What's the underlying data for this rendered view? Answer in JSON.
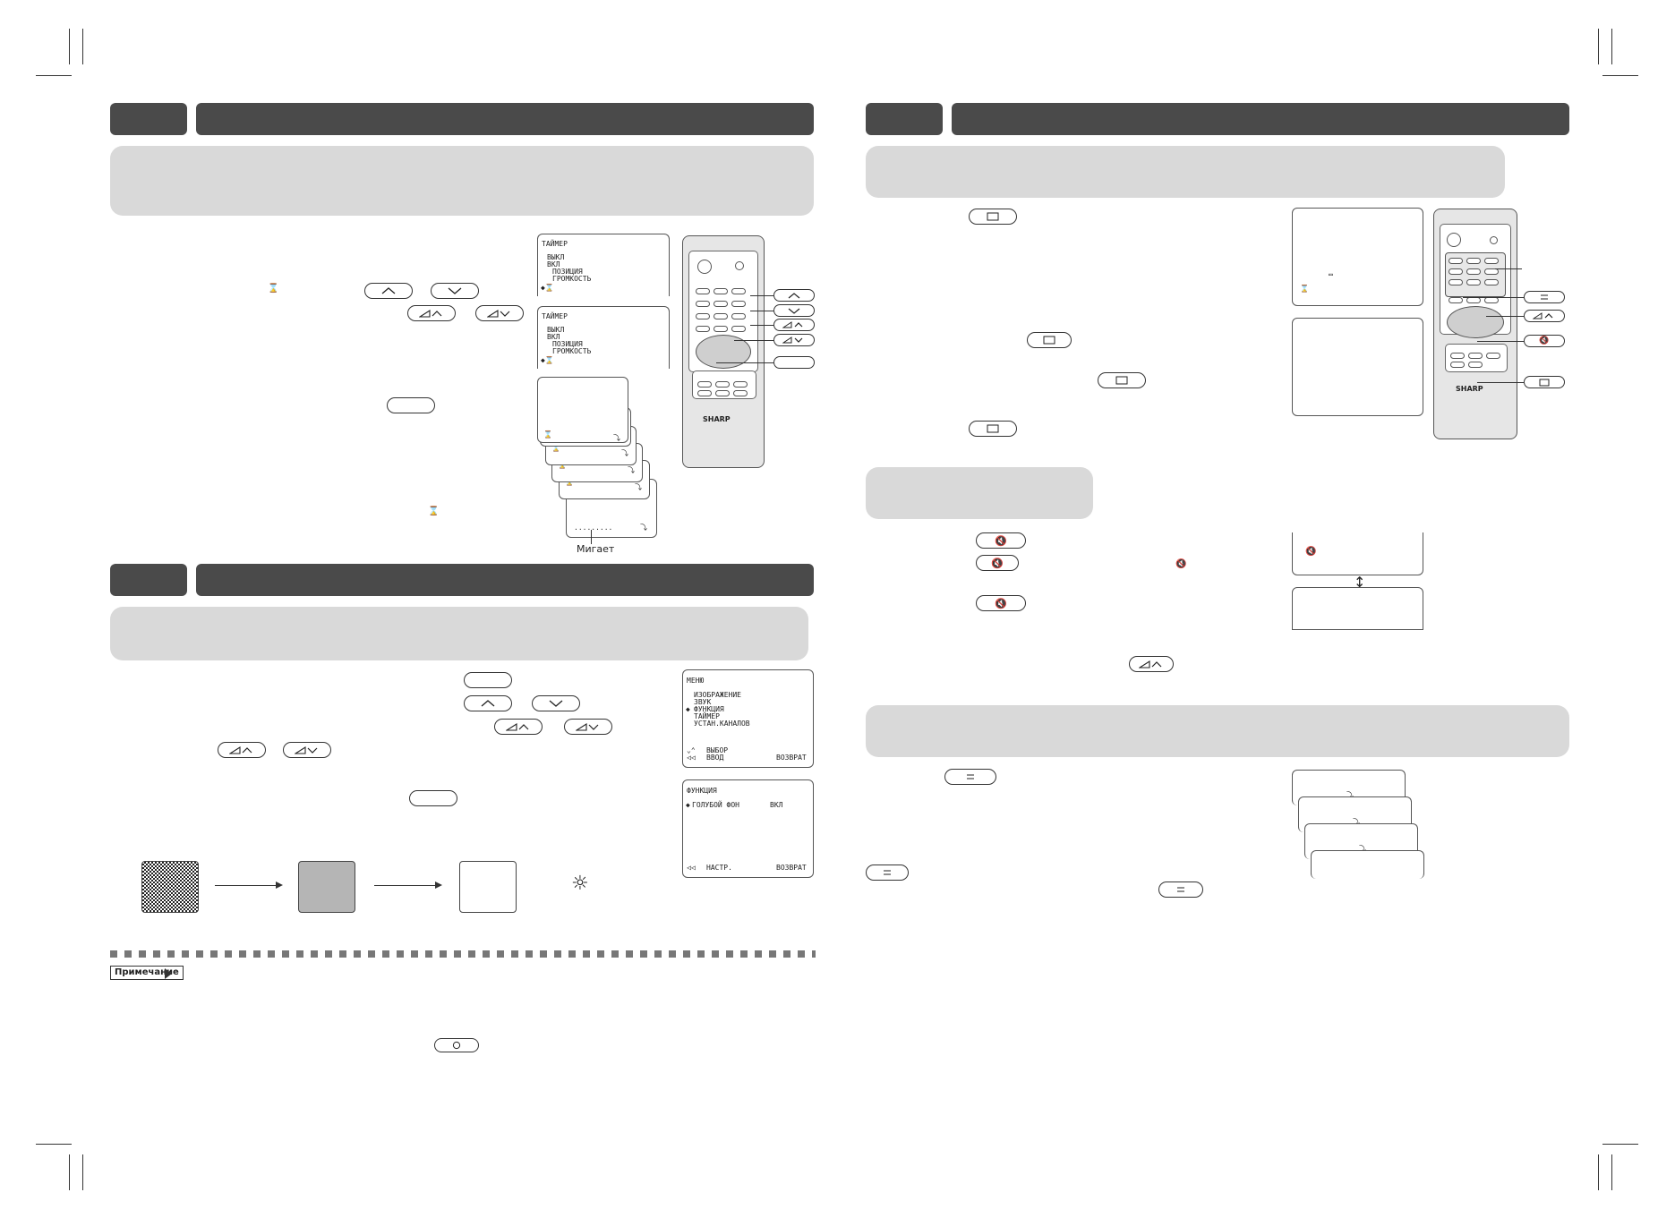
{
  "timer_osd_1": {
    "title": "ТАЙМЕР",
    "line1": "ВЫКЛ",
    "line2": "ВКЛ",
    "line3": "ПОЗИЦИЯ",
    "line4": "ГРОМКОСТЬ"
  },
  "timer_osd_2": {
    "title": "ТАЙМЕР",
    "line1": "ВЫКЛ",
    "line2": "ВКЛ",
    "line3": "ПОЗИЦИЯ",
    "line4": "ГРОМКОСТЬ"
  },
  "blink_label": "Мигает",
  "menu_osd": {
    "title": "МЕНЮ",
    "items": [
      "ИЗОБРАЖЕНИЕ",
      "ЗВУК",
      "ФУНКЦИЯ",
      "ТАЙМЕР",
      "УСТАН.КАНАЛОВ"
    ],
    "select_hint": "ВЫБОР",
    "enter_hint": "ВВОД",
    "return_hint": "ВОЗВРАТ"
  },
  "function_osd": {
    "title": "ФУНКЦИЯ",
    "item": "ГОЛУБОЙ ФОН",
    "value": "ВКЛ",
    "adjust_hint": "НАСТР.",
    "return_hint": "ВОЗВРАТ"
  },
  "note_label": "Примечание",
  "remote_brand": "SHARP"
}
